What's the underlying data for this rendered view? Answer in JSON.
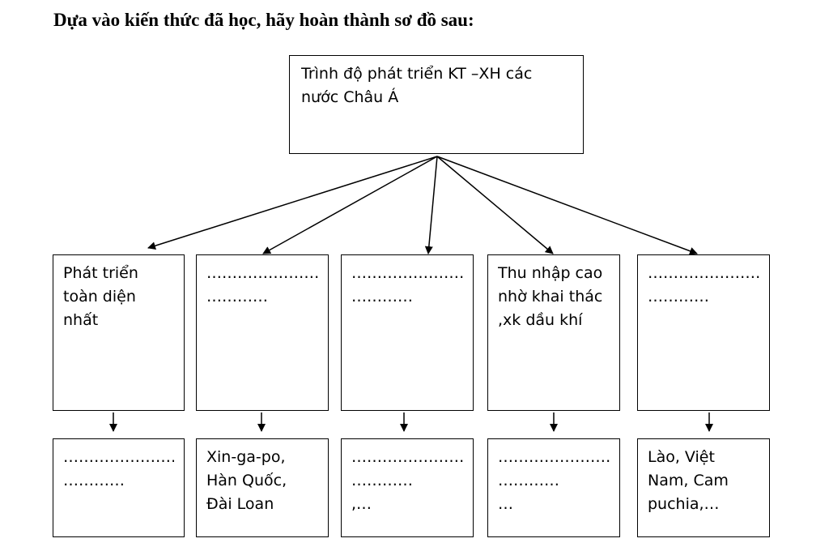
{
  "heading": "Dựa vào kiến thức đã học, hãy hoàn thành sơ đồ sau:",
  "root": {
    "lines": [
      "Trình độ phát triển KT –XH các",
      "nước Châu Á"
    ]
  },
  "level1": [
    {
      "lines": [
        "Phát triển",
        "toàn diện",
        "nhất"
      ]
    },
    {
      "lines": [
        "……………………",
        "…………"
      ]
    },
    {
      "lines": [
        "……………………",
        "…………"
      ]
    },
    {
      "lines": [
        "Thu nhập cao",
        "nhờ khai thác",
        ",xk dầu khí"
      ]
    },
    {
      "lines": [
        "……………………",
        "…………"
      ]
    }
  ],
  "level2": [
    {
      "lines": [
        "……………………",
        "…………"
      ]
    },
    {
      "lines": [
        "Xin-ga-po,",
        "Hàn Quốc,",
        "Đài Loan"
      ]
    },
    {
      "lines": [
        "……………………",
        "…………",
        ",…"
      ]
    },
    {
      "lines": [
        "……………………",
        "…………",
        "…"
      ]
    },
    {
      "lines": [
        "Lào, Việt",
        "Nam, Cam",
        "puchia,…"
      ]
    }
  ]
}
